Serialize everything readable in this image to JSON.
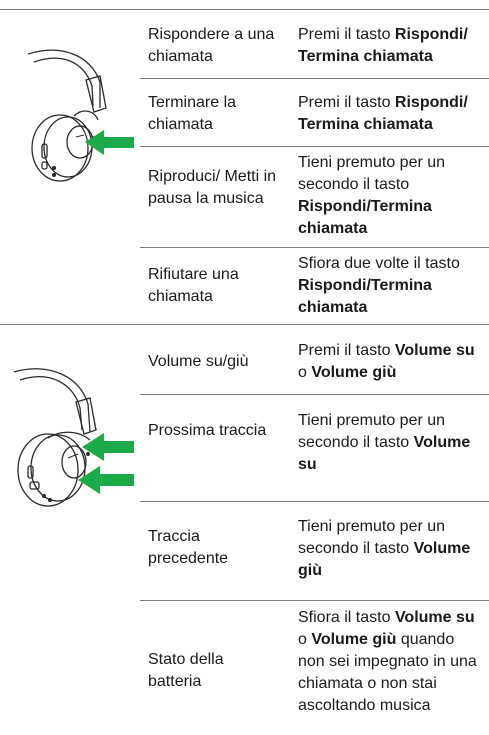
{
  "accent_color": "#1aab48",
  "sections": [
    {
      "name": "call-and-music-controls",
      "illustration": "headphone-earcup-center-button-icon",
      "rows": [
        {
          "action": "Rispondere a una chiamata",
          "parts": [
            [
              "Premi il tasto ",
              false
            ],
            [
              "Rispondi/ Termina chiamata",
              true
            ]
          ]
        },
        {
          "action": "Terminare la chiamata",
          "parts": [
            [
              "Premi il tasto ",
              false
            ],
            [
              "Rispondi/ Termina chiamata",
              true
            ]
          ]
        },
        {
          "action": "Riproduci/ Metti in pausa la musica",
          "parts": [
            [
              "Tieni premuto per un secondo il tasto ",
              false
            ],
            [
              "Rispondi/Termina chiamata",
              true
            ]
          ]
        },
        {
          "action": "Rifiutare una chiamata",
          "parts": [
            [
              "Sfiora due volte il tasto ",
              false
            ],
            [
              "Rispondi/Termina chiamata",
              true
            ]
          ]
        }
      ]
    },
    {
      "name": "volume-controls",
      "illustration": "headphone-earcup-volume-buttons-icon",
      "rows": [
        {
          "action": "Volume su/giù",
          "parts": [
            [
              "Premi il tasto ",
              false
            ],
            [
              "Volume su",
              true
            ],
            [
              " o ",
              false
            ],
            [
              "Volume giù",
              true
            ]
          ]
        },
        {
          "action": "Prossima traccia",
          "parts": [
            [
              "Tieni premuto per un secondo il tasto ",
              false
            ],
            [
              "Volume su",
              true
            ]
          ]
        },
        {
          "action": "Traccia precedente",
          "parts": [
            [
              "Tieni premuto per un secondo il tasto ",
              false
            ],
            [
              "Volume giù",
              true
            ]
          ]
        },
        {
          "action": "Stato della batteria",
          "parts": [
            [
              "Sfiora il tasto ",
              false
            ],
            [
              "Volume su",
              true
            ],
            [
              " o ",
              false
            ],
            [
              "Volume giù",
              true
            ],
            [
              " quando non sei impegnato in una chiamata o non stai ascoltando musica",
              false
            ]
          ]
        }
      ]
    }
  ]
}
